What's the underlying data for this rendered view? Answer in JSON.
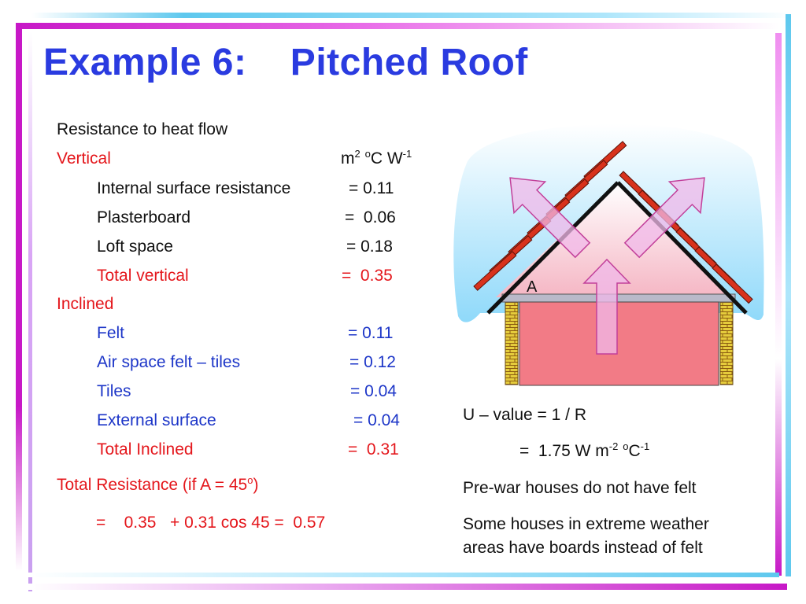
{
  "slide": {
    "title": "Example 6:    Pitched Roof"
  },
  "left": {
    "resistance_heading": "Resistance to heat flow",
    "vertical_heading": "Vertical",
    "unit_m": "m",
    "unit_m_sup": "2",
    "unit_o_sup": "o",
    "unit_cw": "C W",
    "unit_w_sup": "-1",
    "vertical_items": [
      {
        "label": "Internal surface resistance",
        "value": "= 0.11"
      },
      {
        "label": "Plasterboard",
        "value": "=  0.06"
      },
      {
        "label": "Loft space",
        "value": "= 0.18"
      }
    ],
    "total_vertical": {
      "label": "Total vertical",
      "value": "=  0.35"
    },
    "inclined_heading": "Inclined",
    "inclined_items": [
      {
        "label": "Felt",
        "value": "= 0.11"
      },
      {
        "label": "Air space felt – tiles",
        "value": "= 0.12"
      },
      {
        "label": "Tiles",
        "value": "= 0.04"
      },
      {
        "label": "External surface",
        "value": "= 0.04"
      }
    ],
    "total_inclined": {
      "label": "Total Inclined",
      "value": "=  0.31"
    },
    "total_resistance": "Total Resistance (if A = 45",
    "total_resistance_sup": "o",
    "total_resistance_end": ")",
    "equation": "=    0.35   + 0.31 cos 45 =  0.57"
  },
  "right": {
    "u_value": "U – value = 1 / R",
    "u_result_a": "=  1.75 W m",
    "u_result_sup1": "-2",
    "u_result_o": "o",
    "u_result_c": "C",
    "u_result_sup2": "-1",
    "note1": "Pre-war houses do not have felt",
    "note2_line1": "Some houses in extreme weather",
    "note2_line2": "areas have boards instead of felt"
  },
  "diagram": {
    "angle_label": "A"
  },
  "colors": {
    "title": "#2a3be0",
    "red_text": "#e4161b",
    "blue_text": "#1d36c8",
    "sky": "#aee6fb",
    "room": "#f27b86",
    "tiles": "#d8321c",
    "brick": "#e0c83a",
    "arrow_fill": "#f0b8e8"
  }
}
